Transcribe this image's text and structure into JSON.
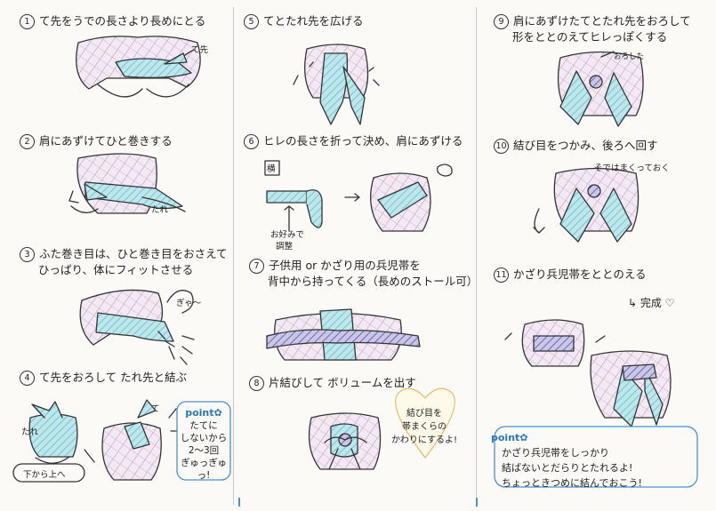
{
  "steps": [
    {
      "num": "1",
      "text": "て先をうでの長さより長めにとる"
    },
    {
      "num": "2",
      "text": "肩にあずけてひと巻きする"
    },
    {
      "num": "3",
      "text": "ふた巻き目は、ひと巻き目をおさえて",
      "text2": "ひっぱり、体にフィットさせる"
    },
    {
      "num": "4",
      "text": "て先をおろして たれ先と結ぶ"
    },
    {
      "num": "5",
      "text": "てとたれ先を広げる"
    },
    {
      "num": "6",
      "text": "ヒレの長さを折って決め、肩にあずける"
    },
    {
      "num": "7",
      "text": "子供用 or かざり用の兵児帯を",
      "text2": "背中から持ってくる（長めのストール可）"
    },
    {
      "num": "8",
      "text": "片結びして ボリュームを出す"
    },
    {
      "num": "9",
      "text": "肩にあずけたてとたれ先をおろして",
      "text2": "形をととのえてヒレっぽくする"
    },
    {
      "num": "10",
      "text": "結び目をつかみ、後ろへ回す"
    },
    {
      "num": "11",
      "text": "かざり兵児帯をととのえる"
    }
  ],
  "labels": {
    "tesaki": "て先",
    "tare": "たれ",
    "gyaa": "ぎゃ〜",
    "tare4": "たれ",
    "te4": "て",
    "shita_kara_ue": "下から上へ",
    "yoko": "横",
    "okonomi": "お好みで",
    "chousei": "調整",
    "oroshita": "おろした",
    "soto": "そではまくっておく",
    "kansei": "↳ 完成 ♡"
  },
  "point4": {
    "head": "point✿",
    "lines": [
      "たてに",
      "しないから",
      "2〜3回",
      "ぎゅっぎゅっ!"
    ]
  },
  "heart": {
    "lines": [
      "結び目を",
      "帯まくらの",
      "かわりにするよ!"
    ]
  },
  "final_point": {
    "head": "point✿",
    "lines": [
      "かざり兵児帯をしっかり",
      "結ばないとだらりとたれるよ!",
      "ちょっときつめに結んでおこう!"
    ]
  }
}
